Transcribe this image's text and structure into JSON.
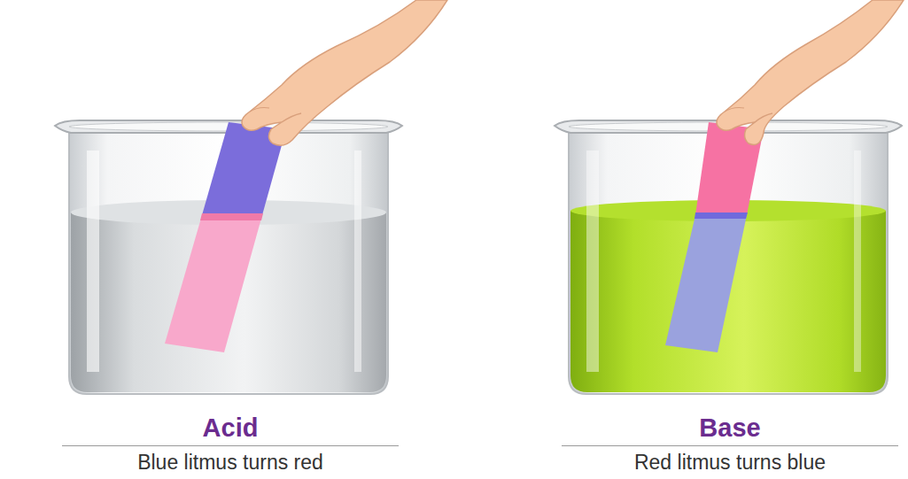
{
  "diagram": {
    "labels": [
      "Acid",
      "Blue litmus turns red",
      "Base",
      "Red litmus turns blue"
    ]
  }
}
